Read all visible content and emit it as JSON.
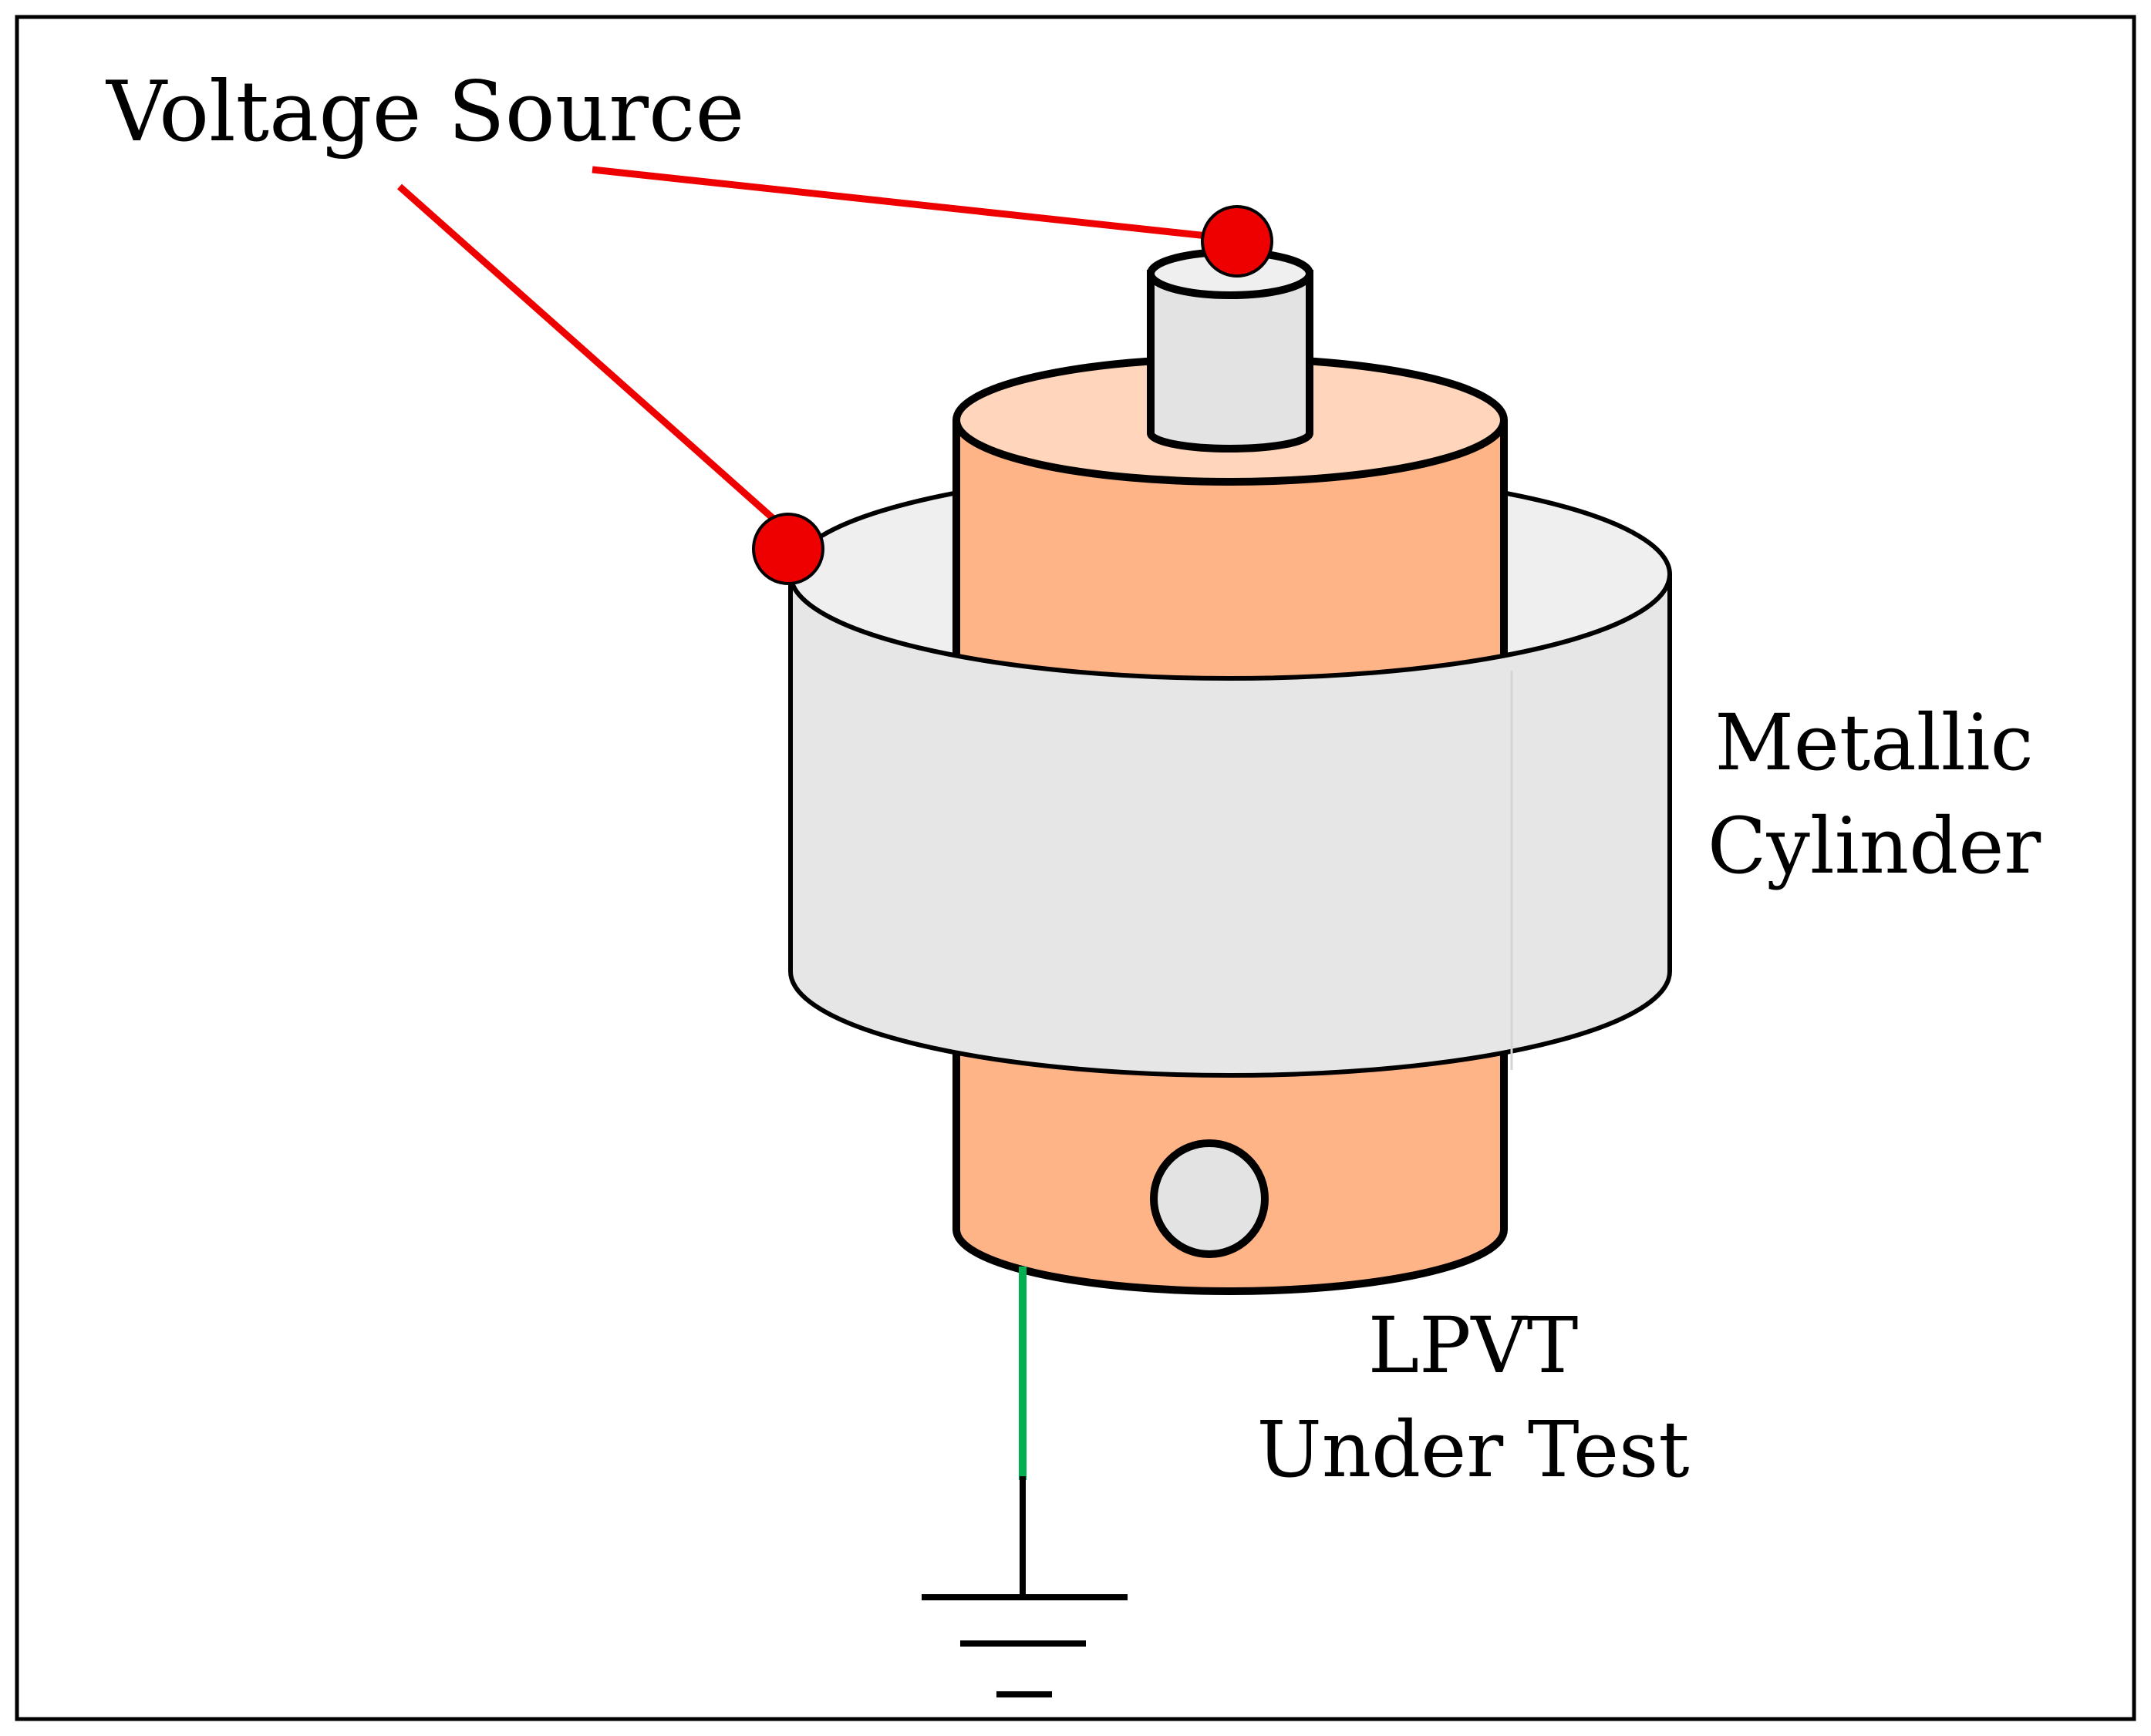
{
  "labels": {
    "voltage_source": "Voltage Source",
    "metallic_line1": "Metallic",
    "metallic_line2": "Cylinder",
    "lpvt_line1": "LPVT",
    "lpvt_line2": "Under Test"
  },
  "colors": {
    "frame": "#000000",
    "lpvt_body": "#ffb487",
    "lpvt_top": "#ffd6bb",
    "metal_side": "#e6e6e6",
    "metal_top": "#efefef",
    "terminal": "#e3e3e3",
    "source_wire": "#ee0000",
    "source_node": "#ee0000",
    "ground_wire": "#00b050"
  }
}
